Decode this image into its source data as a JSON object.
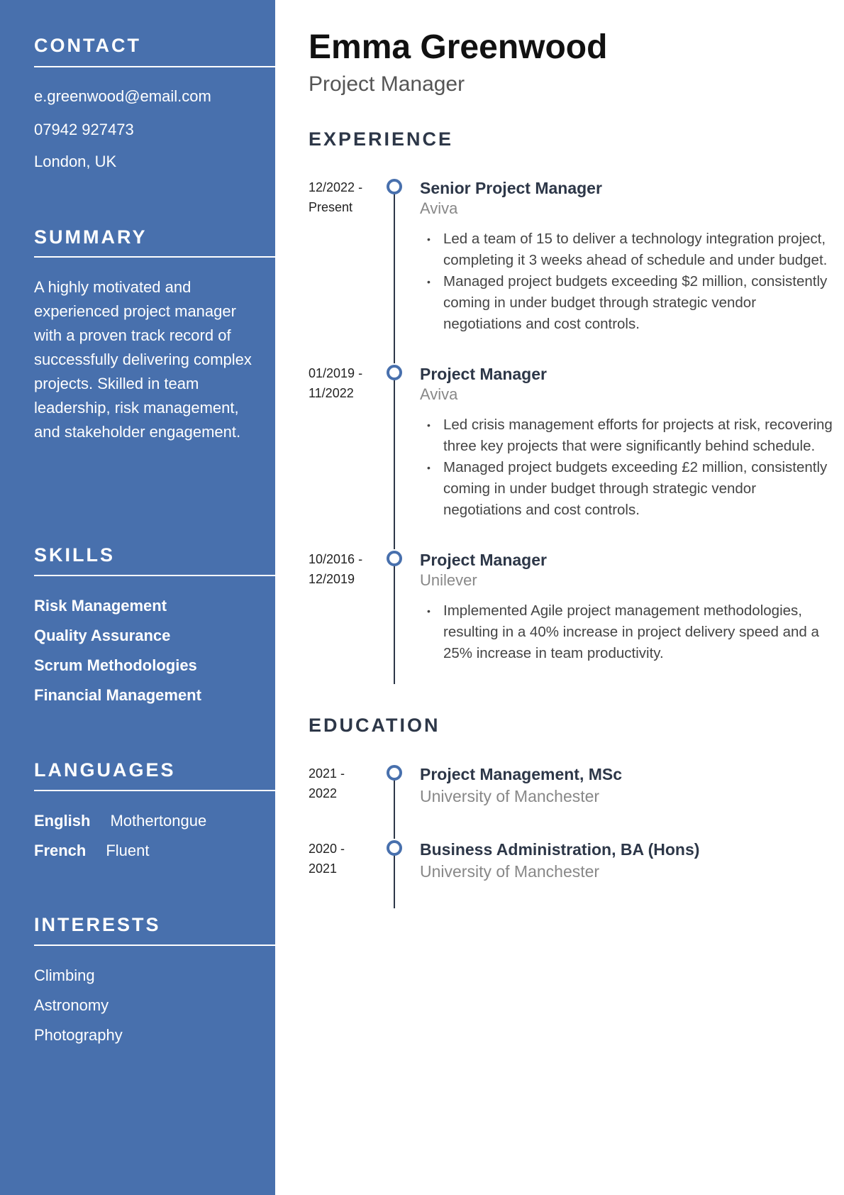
{
  "sidebar": {
    "contact": {
      "heading": "CONTACT",
      "email": "e.greenwood@email.com",
      "phone": "07942 927473",
      "location": "London, UK"
    },
    "summary": {
      "heading": "SUMMARY",
      "text": "A highly motivated and experienced project manager with a proven track record of successfully delivering complex projects. Skilled in team leadership, risk management, and stakeholder engagement."
    },
    "skills": {
      "heading": "SKILLS",
      "items": [
        "Risk Management",
        "Quality Assurance",
        "Scrum Methodologies",
        "Financial Management"
      ]
    },
    "languages": {
      "heading": "LANGUAGES",
      "items": [
        {
          "name": "English",
          "level": "Mothertongue"
        },
        {
          "name": "French",
          "level": "Fluent"
        }
      ]
    },
    "interests": {
      "heading": "INTERESTS",
      "items": [
        "Climbing",
        "Astronomy",
        "Photography"
      ]
    }
  },
  "header": {
    "name": "Emma Greenwood",
    "title": "Project Manager"
  },
  "experience": {
    "heading": "EXPERIENCE",
    "items": [
      {
        "date1": "12/2022 -",
        "date2": "Present",
        "role": "Senior Project Manager",
        "org": "Aviva",
        "bullets": [
          "Led a team of 15 to deliver a technology integration project, completing it 3 weeks ahead of schedule and under budget.",
          "Managed project budgets exceeding $2 million, consistently coming in under budget through strategic vendor negotiations and cost controls."
        ]
      },
      {
        "date1": "01/2019 -",
        "date2": "11/2022",
        "role": "Project Manager",
        "org": "Aviva",
        "bullets": [
          "Led crisis management efforts for projects at risk, recovering three key projects that were significantly behind schedule.",
          "Managed project budgets exceeding £2 million, consistently coming in under budget through strategic vendor negotiations and cost controls."
        ]
      },
      {
        "date1": "10/2016 -",
        "date2": "12/2019",
        "role": "Project Manager",
        "org": "Unilever",
        "bullets": [
          "Implemented Agile project management methodologies, resulting in a 40% increase in project delivery speed and a 25% increase in team productivity."
        ]
      }
    ]
  },
  "education": {
    "heading": "EDUCATION",
    "items": [
      {
        "date1": "2021 -",
        "date2": "2022",
        "degree": "Project Management, MSc",
        "school": "University of Manchester"
      },
      {
        "date1": "2020 -",
        "date2": "2021",
        "degree": "Business Administration, BA (Hons)",
        "school": "University of Manchester"
      }
    ]
  },
  "colors": {
    "sidebar": "#4870ad",
    "heading": "#2d3748"
  }
}
